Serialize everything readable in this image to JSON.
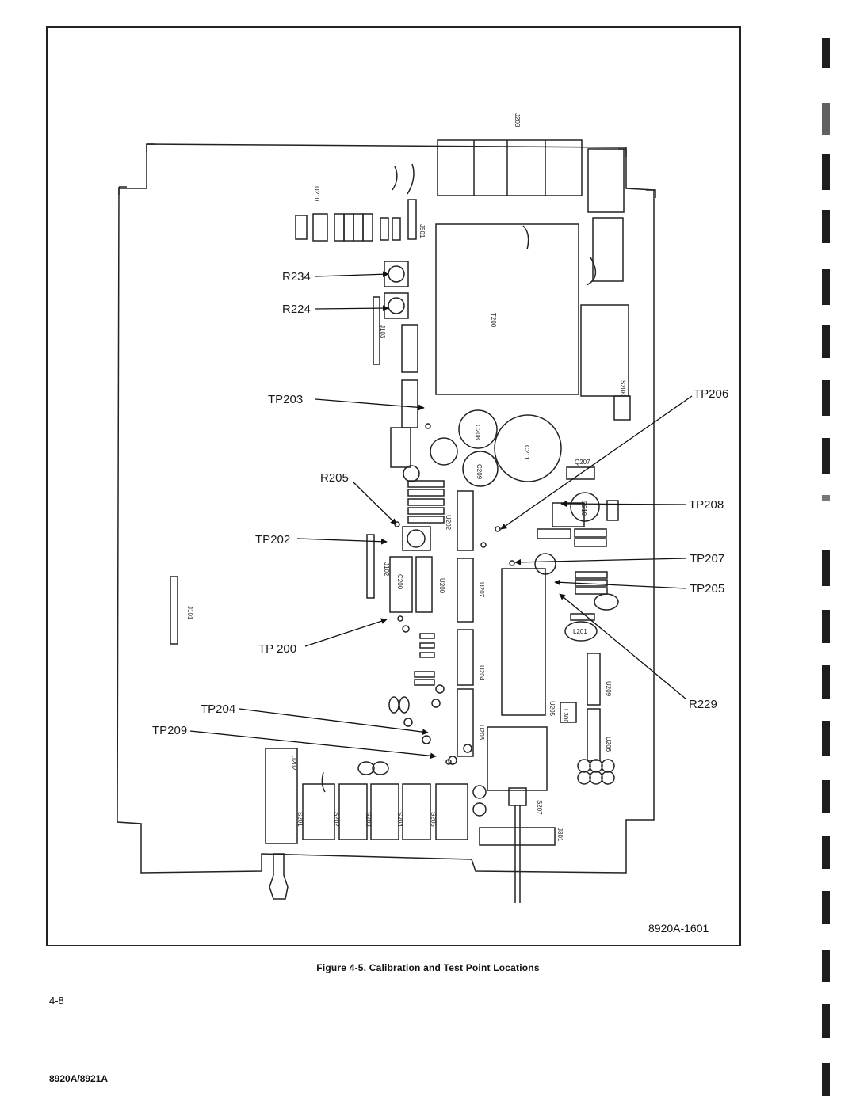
{
  "figure": {
    "id": "8920A-1601",
    "caption": "Figure 4-5. Calibration and Test Point Locations"
  },
  "page_number": "4-8",
  "document_model": "8920A/8921A",
  "callouts": {
    "r234": "R234",
    "r224": "R224",
    "tp203": "TP203",
    "tp206": "TP206",
    "r205": "R205",
    "tp208": "TP208",
    "tp202": "TP202",
    "tp207": "TP207",
    "tp205": "TP205",
    "tp200": "TP 200",
    "r229": "R229",
    "tp204": "TP204",
    "tp209": "TP209"
  },
  "board_labels": {
    "j203": "J203",
    "t200": "T200",
    "j501": "J501",
    "u210": "U210",
    "c211": "C211",
    "c208": "C208",
    "c209": "C209",
    "c210": "C210",
    "u200": "U200",
    "u202": "U202",
    "u207": "U207",
    "u204": "U204",
    "u203": "U203",
    "u205": "U205",
    "u209": "U209",
    "u206": "U206",
    "c200": "C200",
    "j102": "J102",
    "j101": "J101",
    "j103": "J103",
    "s208": "S208",
    "s207": "S207",
    "j301": "J301",
    "j202": "J202",
    "s201": "S201",
    "s202": "S202",
    "s203": "S203",
    "s204": "S204",
    "s205": "S205",
    "q207": "Q207",
    "l300": "L300",
    "l201": "L201"
  }
}
